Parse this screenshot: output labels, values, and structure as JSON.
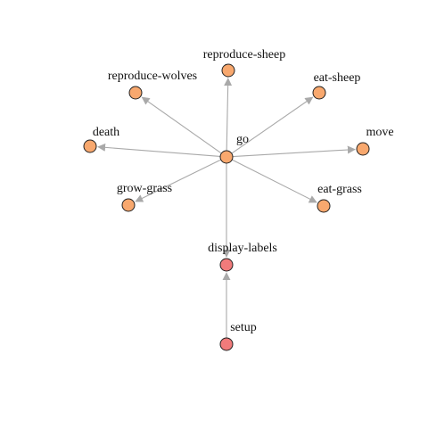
{
  "diagram": {
    "type": "directed-graph",
    "colors": {
      "node_default": "#f8a86e",
      "node_setup": "#f17b7b",
      "edge": "#a9a9a9",
      "node_border": "#222222"
    },
    "nodes": [
      {
        "id": "go",
        "label": "go",
        "group": "default"
      },
      {
        "id": "reproduce-sheep",
        "label": "reproduce-sheep",
        "group": "default"
      },
      {
        "id": "reproduce-wolves",
        "label": "reproduce-wolves",
        "group": "default"
      },
      {
        "id": "eat-sheep",
        "label": "eat-sheep",
        "group": "default"
      },
      {
        "id": "death",
        "label": "death",
        "group": "default"
      },
      {
        "id": "move",
        "label": "move",
        "group": "default"
      },
      {
        "id": "grow-grass",
        "label": "grow-grass",
        "group": "default"
      },
      {
        "id": "eat-grass",
        "label": "eat-grass",
        "group": "default"
      },
      {
        "id": "display-labels",
        "label": "display-labels",
        "group": "setup"
      },
      {
        "id": "setup",
        "label": "setup",
        "group": "setup"
      }
    ],
    "edges": [
      {
        "from": "go",
        "to": "reproduce-sheep"
      },
      {
        "from": "go",
        "to": "reproduce-wolves"
      },
      {
        "from": "go",
        "to": "eat-sheep"
      },
      {
        "from": "go",
        "to": "death"
      },
      {
        "from": "go",
        "to": "move"
      },
      {
        "from": "go",
        "to": "grow-grass"
      },
      {
        "from": "go",
        "to": "eat-grass"
      },
      {
        "from": "go",
        "to": "display-labels"
      },
      {
        "from": "setup",
        "to": "display-labels"
      }
    ]
  }
}
